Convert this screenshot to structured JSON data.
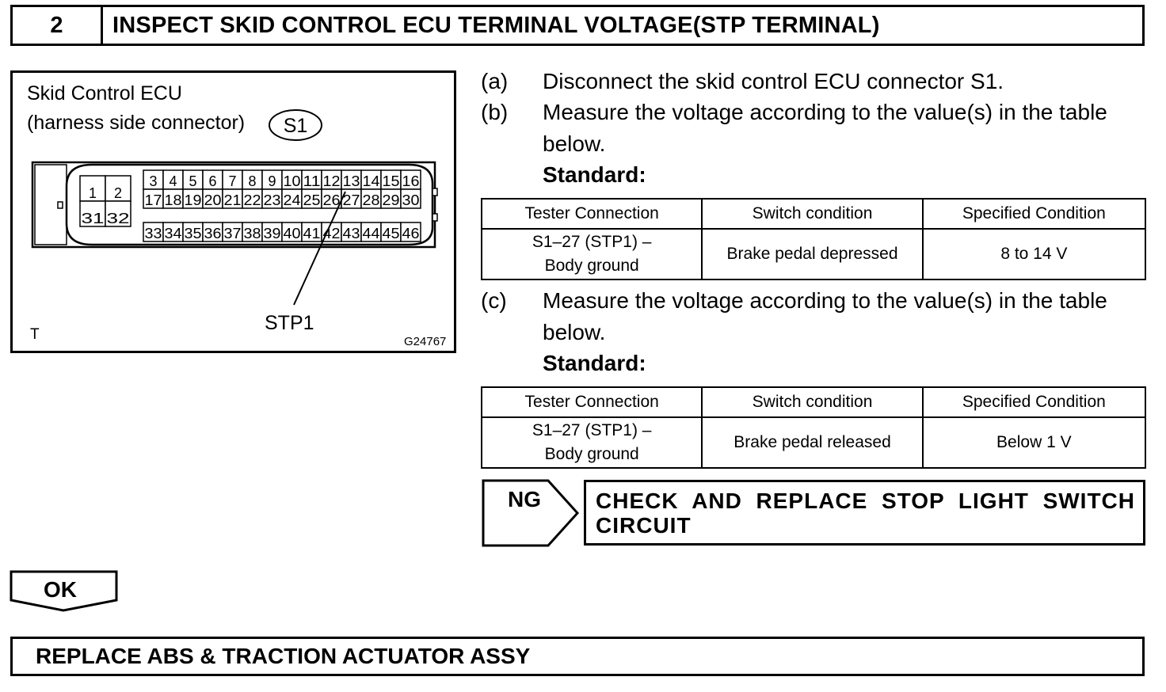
{
  "header": {
    "step_number": "2",
    "title": "INSPECT SKID CONTROL ECU TERMINAL VOLTAGE(STP TERMINAL)"
  },
  "figure": {
    "title_line1": "Skid Control ECU",
    "title_line2": "(harness side connector)",
    "connector_id": "S1",
    "pins_small": [
      [
        "1",
        "2"
      ],
      [
        "31",
        "32"
      ]
    ],
    "pins_row1": [
      "3",
      "4",
      "5",
      "6",
      "7",
      "8",
      "9",
      "10",
      "11",
      "12",
      "13",
      "14",
      "15",
      "16"
    ],
    "pins_row2": [
      "17",
      "18",
      "19",
      "20",
      "21",
      "22",
      "23",
      "24",
      "25",
      "26",
      "27",
      "28",
      "29",
      "30"
    ],
    "pins_row3": [
      "33",
      "34",
      "35",
      "36",
      "37",
      "38",
      "39",
      "40",
      "41",
      "42",
      "43",
      "44",
      "45",
      "46"
    ],
    "callout_label": "STP1",
    "corner_mark": "T",
    "figure_code": "G24767"
  },
  "steps": {
    "a": {
      "letter": "(a)",
      "text": "Disconnect the skid control ECU connector S1."
    },
    "b": {
      "letter": "(b)",
      "line1": "Measure the voltage according to the value(s) in the table",
      "line2": "below.",
      "standard": "Standard:"
    },
    "c": {
      "letter": "(c)",
      "line1": "Measure the voltage according to the value(s) in the table",
      "line2": "below.",
      "standard": "Standard:"
    }
  },
  "table1": {
    "headers": [
      "Tester Connection",
      "Switch condition",
      "Specified Condition"
    ],
    "connection_line1": "S1–27 (STP1) –",
    "connection_line2": "Body ground",
    "condition": "Brake pedal depressed",
    "specified": "8 to 14 V"
  },
  "table2": {
    "headers": [
      "Tester Connection",
      "Switch condition",
      "Specified Condition"
    ],
    "connection_line1": "S1–27 (STP1) –",
    "connection_line2": "Body ground",
    "condition": "Brake pedal released",
    "specified": "Below 1 V"
  },
  "ng": {
    "label": "NG",
    "action": "CHECK AND REPLACE STOP LIGHT SWITCH CIRCUIT"
  },
  "ok": {
    "label": "OK"
  },
  "final": {
    "action": "REPLACE ABS & TRACTION ACTUATOR ASSY"
  }
}
